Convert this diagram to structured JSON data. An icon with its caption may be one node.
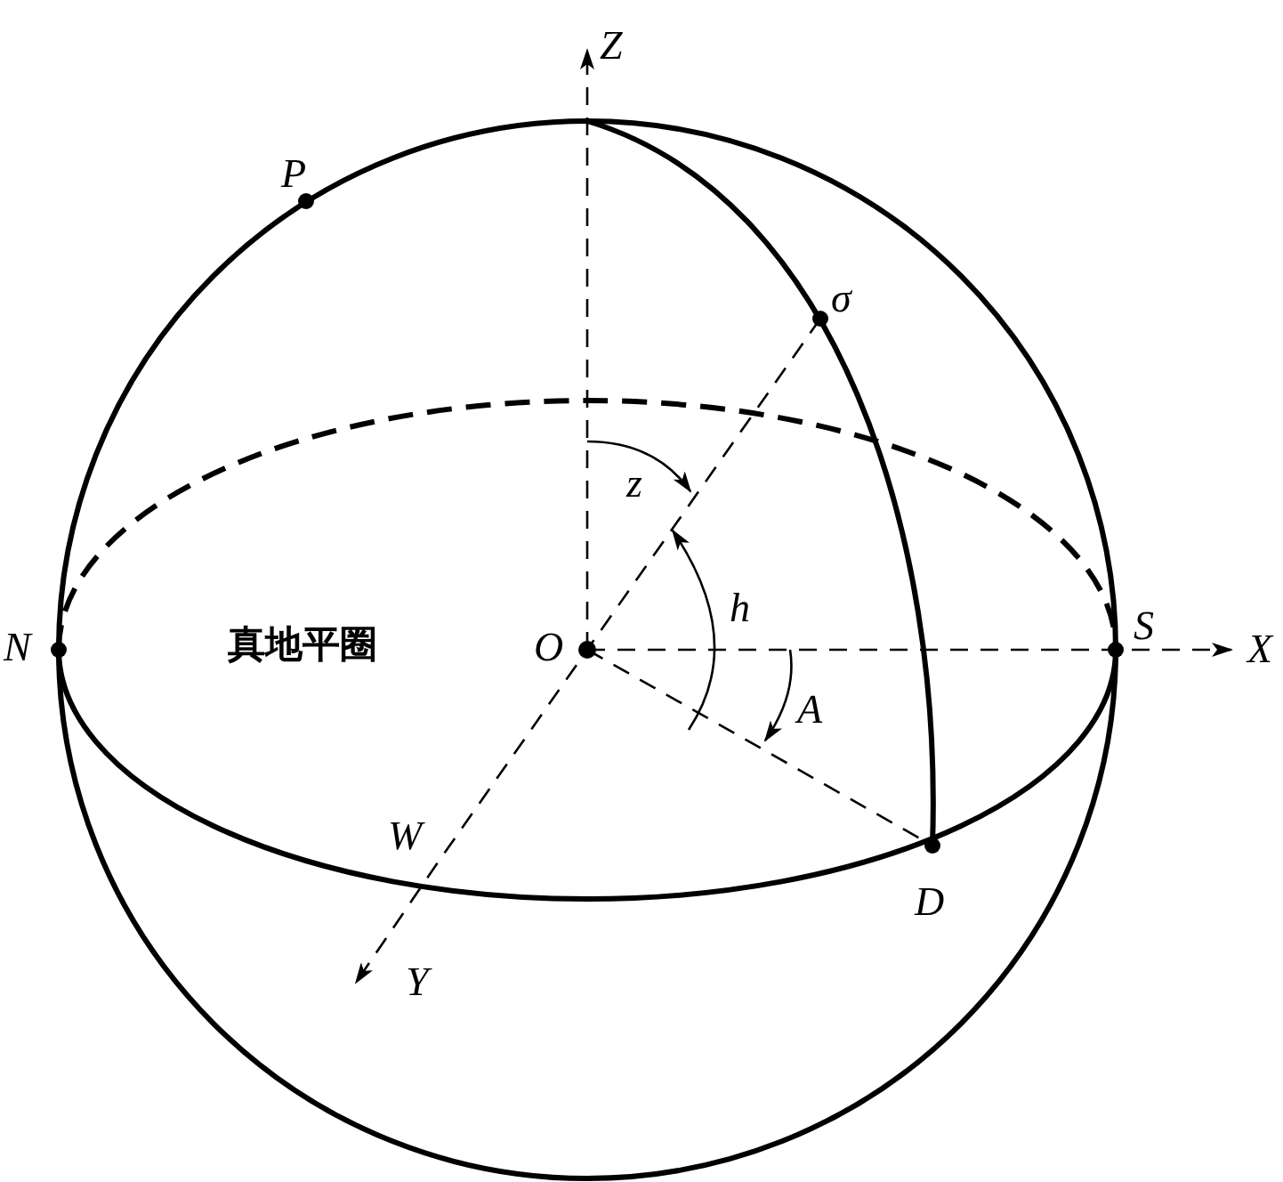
{
  "diagram": {
    "labels": [
      "Z",
      "P",
      "σ",
      "z",
      "N",
      "真地平圈",
      "O",
      "h",
      "S",
      "X",
      "A",
      "W",
      "D",
      "Y"
    ]
  }
}
